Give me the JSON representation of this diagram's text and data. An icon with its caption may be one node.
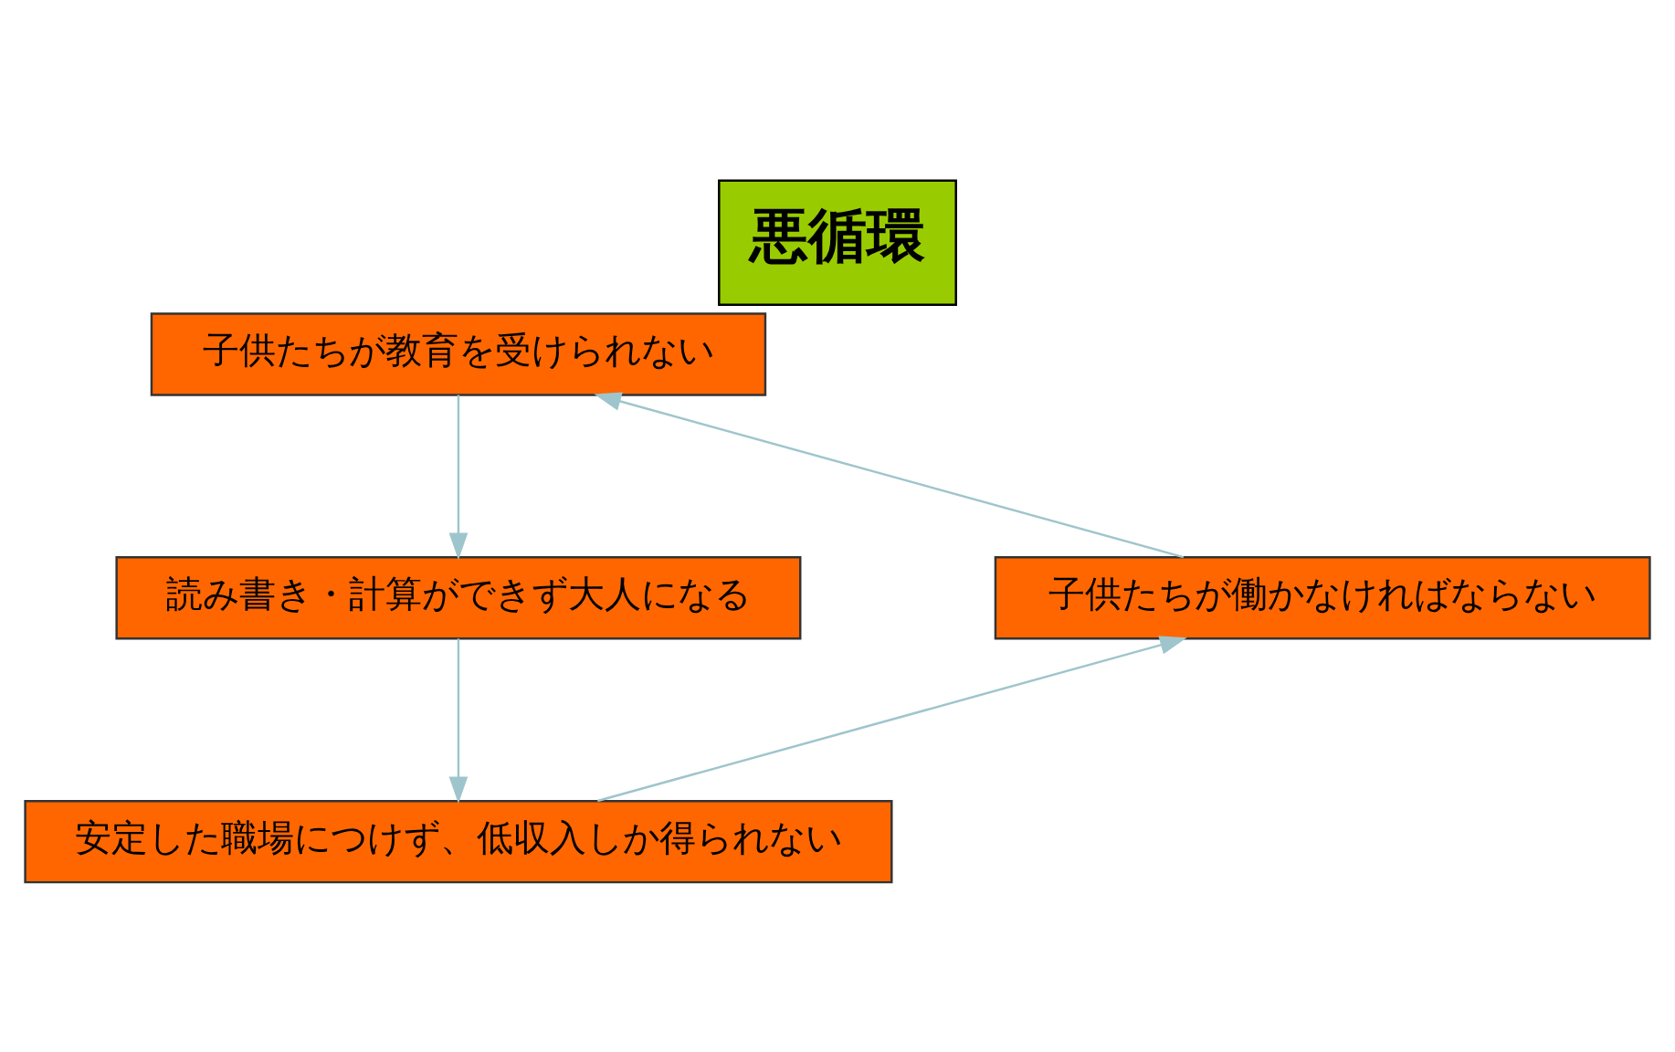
{
  "diagram": {
    "title": "悪循環",
    "nodes": [
      {
        "text": [
          "子供たちが教育を受けられない"
        ]
      },
      {
        "text": [
          "読み書き・計算ができず大人になる"
        ]
      },
      {
        "text": [
          "安定した職場につけず、低収入しか得られない"
        ]
      },
      {
        "text": [
          "子供たちが働かなければならない"
        ]
      }
    ],
    "edges": [
      {
        "from": 0,
        "to": 1,
        "arrow": "to"
      },
      {
        "from": 1,
        "to": 2,
        "arrow": "to"
      },
      {
        "from": 2,
        "to": 3,
        "arrow": "to"
      },
      {
        "from": 3,
        "to": 0,
        "arrow": "to"
      }
    ]
  }
}
